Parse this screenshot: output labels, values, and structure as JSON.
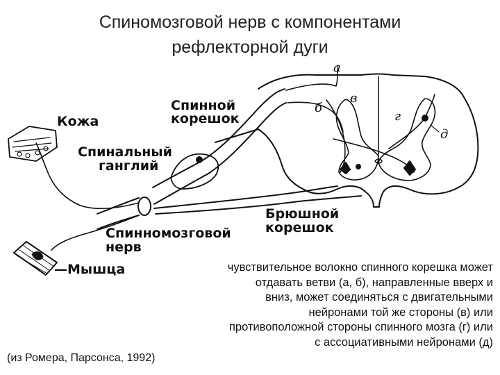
{
  "title": {
    "line1": "Спиномозговой нерв с компонентами",
    "line2": "рефлекторной дуги"
  },
  "labels": {
    "skin": "Кожа",
    "dorsal_root_1": "Спинной",
    "dorsal_root_2": "корешок",
    "ganglion_1": "Спинальный",
    "ganglion_2": "ганглий",
    "ventral_root_1": "Брюшной",
    "ventral_root_2": "корешок",
    "nerve_1": "Спинномозговой",
    "nerve_2": "нерв",
    "muscle": "—Мышца",
    "a": "а",
    "b": "б",
    "v": "в",
    "g": "г",
    "d": "д"
  },
  "description": [
    "чувствительное волокно спинного корешка может",
    "отдавать ветви (а, б), направленные вверх и",
    "вниз, может соединяться с двигательными",
    "нейронами той же стороны (в) или",
    "противоположной стороны спинного мозга (г) или",
    "с ассоциативными нейронами (д)"
  ],
  "credit": "(из Ромера, Парсонса, 1992)"
}
